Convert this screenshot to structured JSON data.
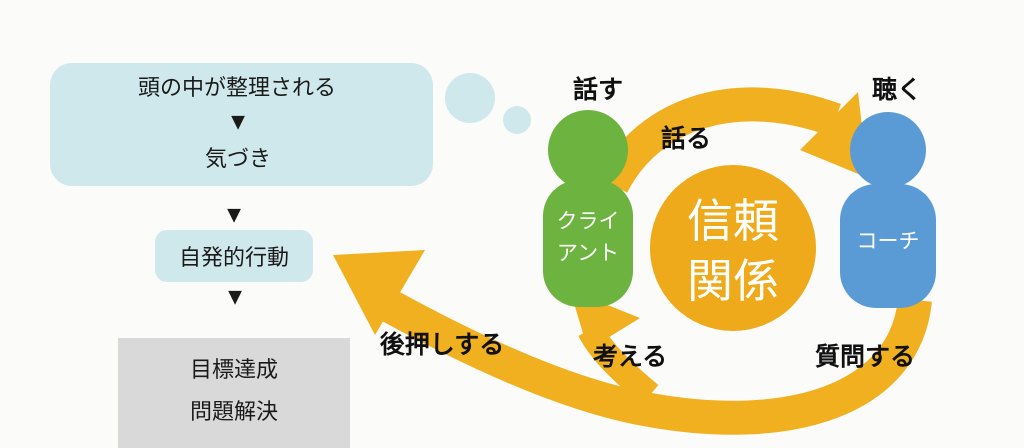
{
  "colors": {
    "bubble": "#cfe8ec",
    "gray_box": "#d9d9d9",
    "arrow": "#f0b020",
    "trust_circle": "#eeaa1a",
    "client": "#6db33f",
    "coach": "#5b9bd5"
  },
  "left_flow": {
    "thought": {
      "line1": "頭の中が整理される",
      "arrow": "▼",
      "line2": "気づき"
    },
    "arrow1": "▼",
    "action": "自発的行動",
    "arrow2": "▼",
    "result": {
      "line1": "目標達成",
      "line2": "問題解決"
    }
  },
  "cycle": {
    "client": {
      "line1": "クライ",
      "line2": "アント"
    },
    "coach": "コーチ",
    "center": {
      "line1": "信頼",
      "line2": "関係"
    },
    "labels": {
      "speak": "話す",
      "listen": "聴く",
      "talk": "話る",
      "push": "後押しする",
      "think": "考える",
      "ask": "質問する"
    }
  }
}
